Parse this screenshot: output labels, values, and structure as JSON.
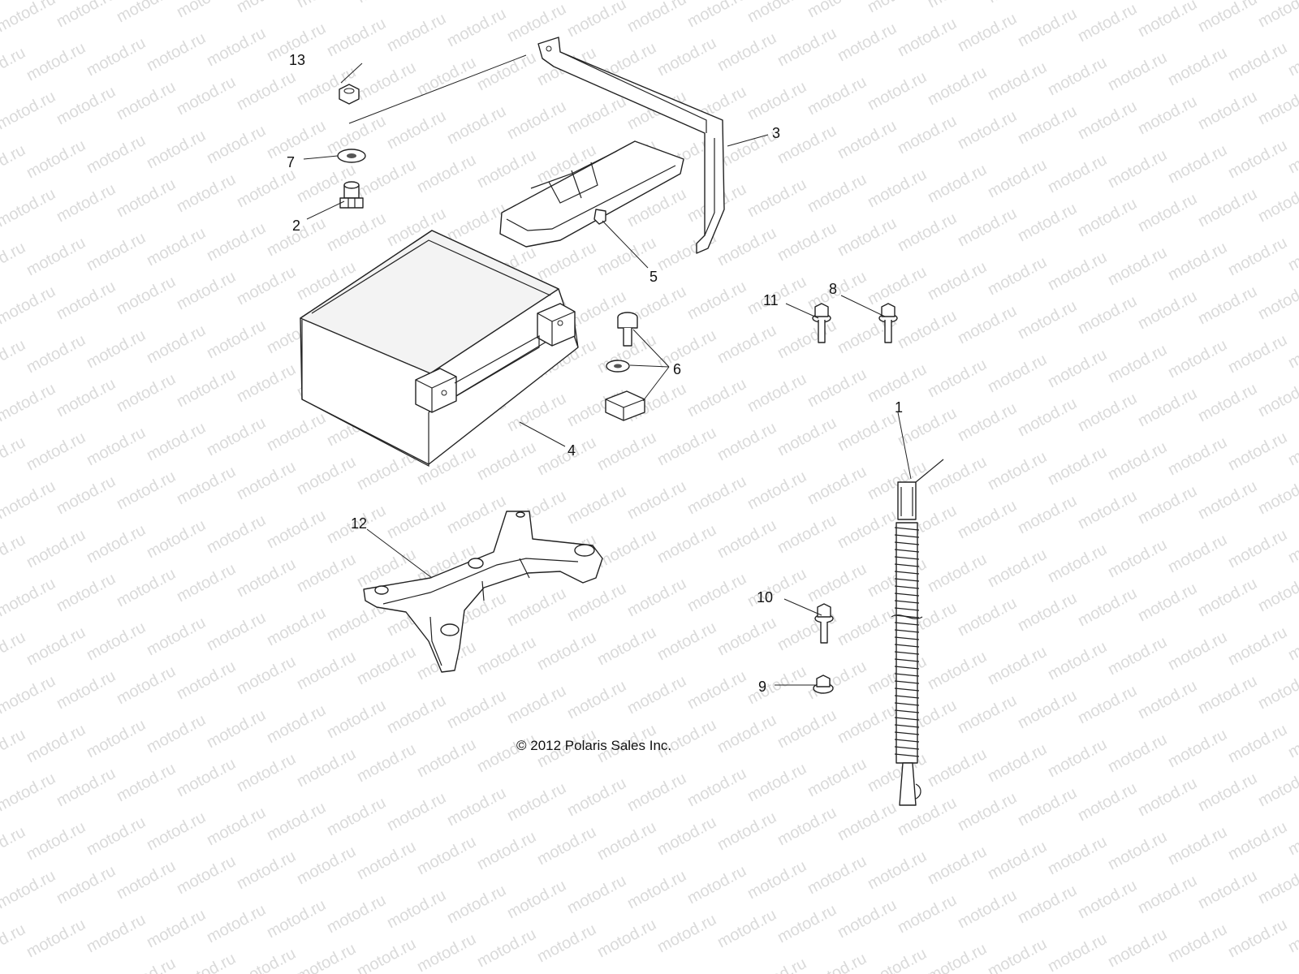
{
  "watermark": {
    "text": "motod.ru",
    "color": "#dadada"
  },
  "copyright": "© 2012 Polaris Sales Inc.",
  "callouts": [
    {
      "id": "1",
      "label": "1"
    },
    {
      "id": "2",
      "label": "2"
    },
    {
      "id": "3",
      "label": "3"
    },
    {
      "id": "4",
      "label": "4"
    },
    {
      "id": "5",
      "label": "5"
    },
    {
      "id": "6",
      "label": "6"
    },
    {
      "id": "7",
      "label": "7"
    },
    {
      "id": "8",
      "label": "8"
    },
    {
      "id": "9",
      "label": "9"
    },
    {
      "id": "10",
      "label": "10"
    },
    {
      "id": "11",
      "label": "11"
    },
    {
      "id": "12",
      "label": "12"
    },
    {
      "id": "13",
      "label": "13"
    }
  ]
}
